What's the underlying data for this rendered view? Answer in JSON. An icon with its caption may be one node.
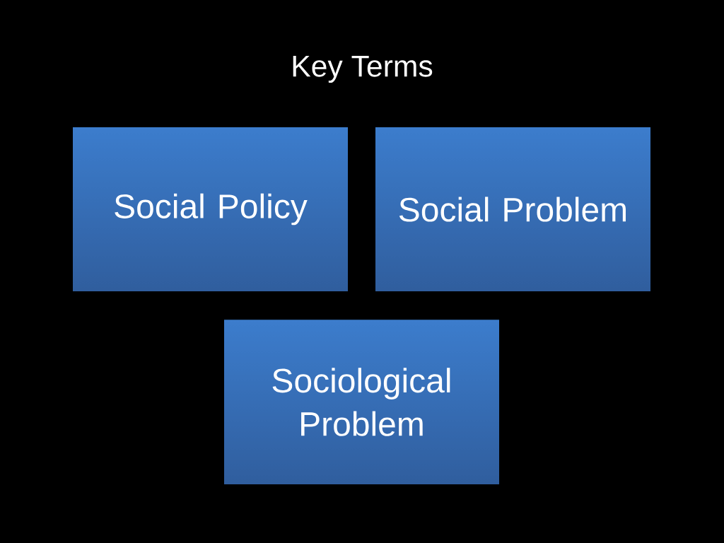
{
  "diagram": {
    "title": "Key Terms",
    "nodes": [
      {
        "text": [
          "Social Policy"
        ]
      },
      {
        "text": [
          "Social Problem"
        ]
      },
      {
        "text": [
          "Sociological Problem"
        ]
      }
    ]
  }
}
